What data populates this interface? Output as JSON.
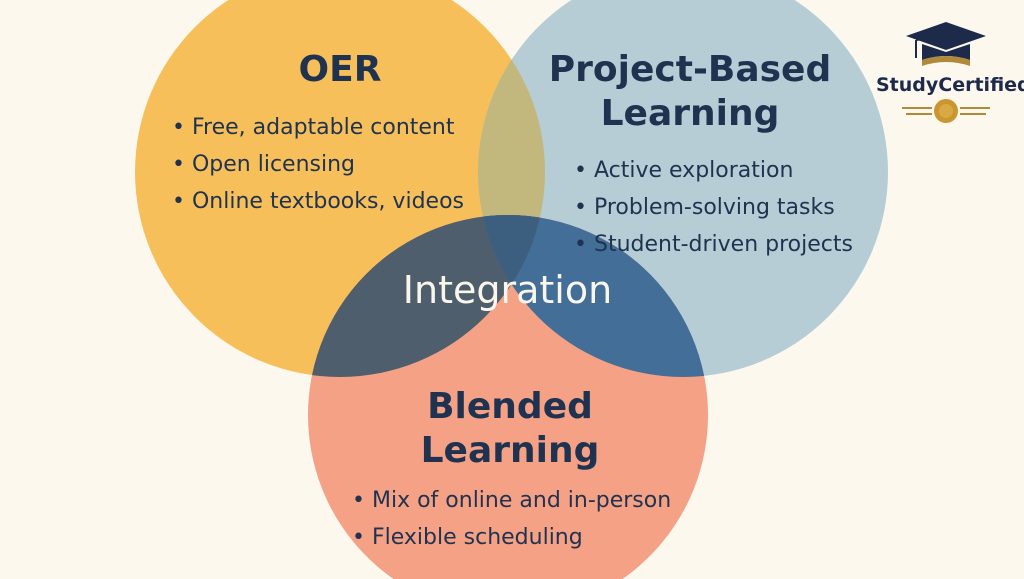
{
  "oer": {
    "title": "OER",
    "items": [
      "Free, adaptable content",
      "Open licensing",
      "Online textbooks, videos"
    ],
    "color": "#f7bf5a"
  },
  "pbl": {
    "title_line1": "Project-Based",
    "title_line2": "Learning",
    "items": [
      "Active exploration",
      "Problem-solving tasks",
      "Student-driven projects"
    ],
    "color": "#b6cdd5"
  },
  "blended": {
    "title_line1": "Blended",
    "title_line2": "Learning",
    "items": [
      "Mix of online and in-person",
      "Flexible scheduling"
    ],
    "color": "#f4a185"
  },
  "center": {
    "label": "Integration"
  },
  "logo": {
    "text": "StudyCertified"
  }
}
